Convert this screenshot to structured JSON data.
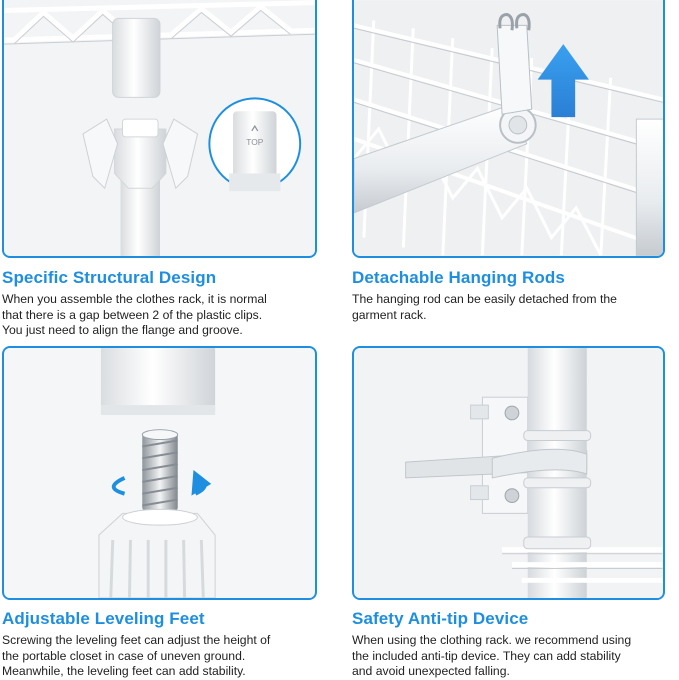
{
  "colors": {
    "accent": "#1e8fe0",
    "text": "#222222",
    "panel_bg": "#f3f4f5"
  },
  "sections": [
    {
      "title": "Specific Structural Design",
      "lines": [
        "When you assemble the clothes rack, it is normal",
        "that there is a gap between 2 of the plastic clips.",
        "You just need to align the flange and groove."
      ],
      "inset_label": "TOP"
    },
    {
      "title": "Detachable Hanging Rods",
      "lines": [
        "The hanging rod can be easily detached from the",
        "garment rack."
      ]
    },
    {
      "title": "Adjustable Leveling Feet",
      "lines": [
        "Screwing the leveling feet can adjust the height of",
        "the portable closet in case of uneven ground.",
        "Meanwhile, the leveling feet can add stability."
      ]
    },
    {
      "title": "Safety Anti-tip Device",
      "lines": [
        "When using the clothing rack. we recommend using",
        "the included anti-tip device. They can add stability",
        "and avoid unexpected falling."
      ]
    }
  ]
}
